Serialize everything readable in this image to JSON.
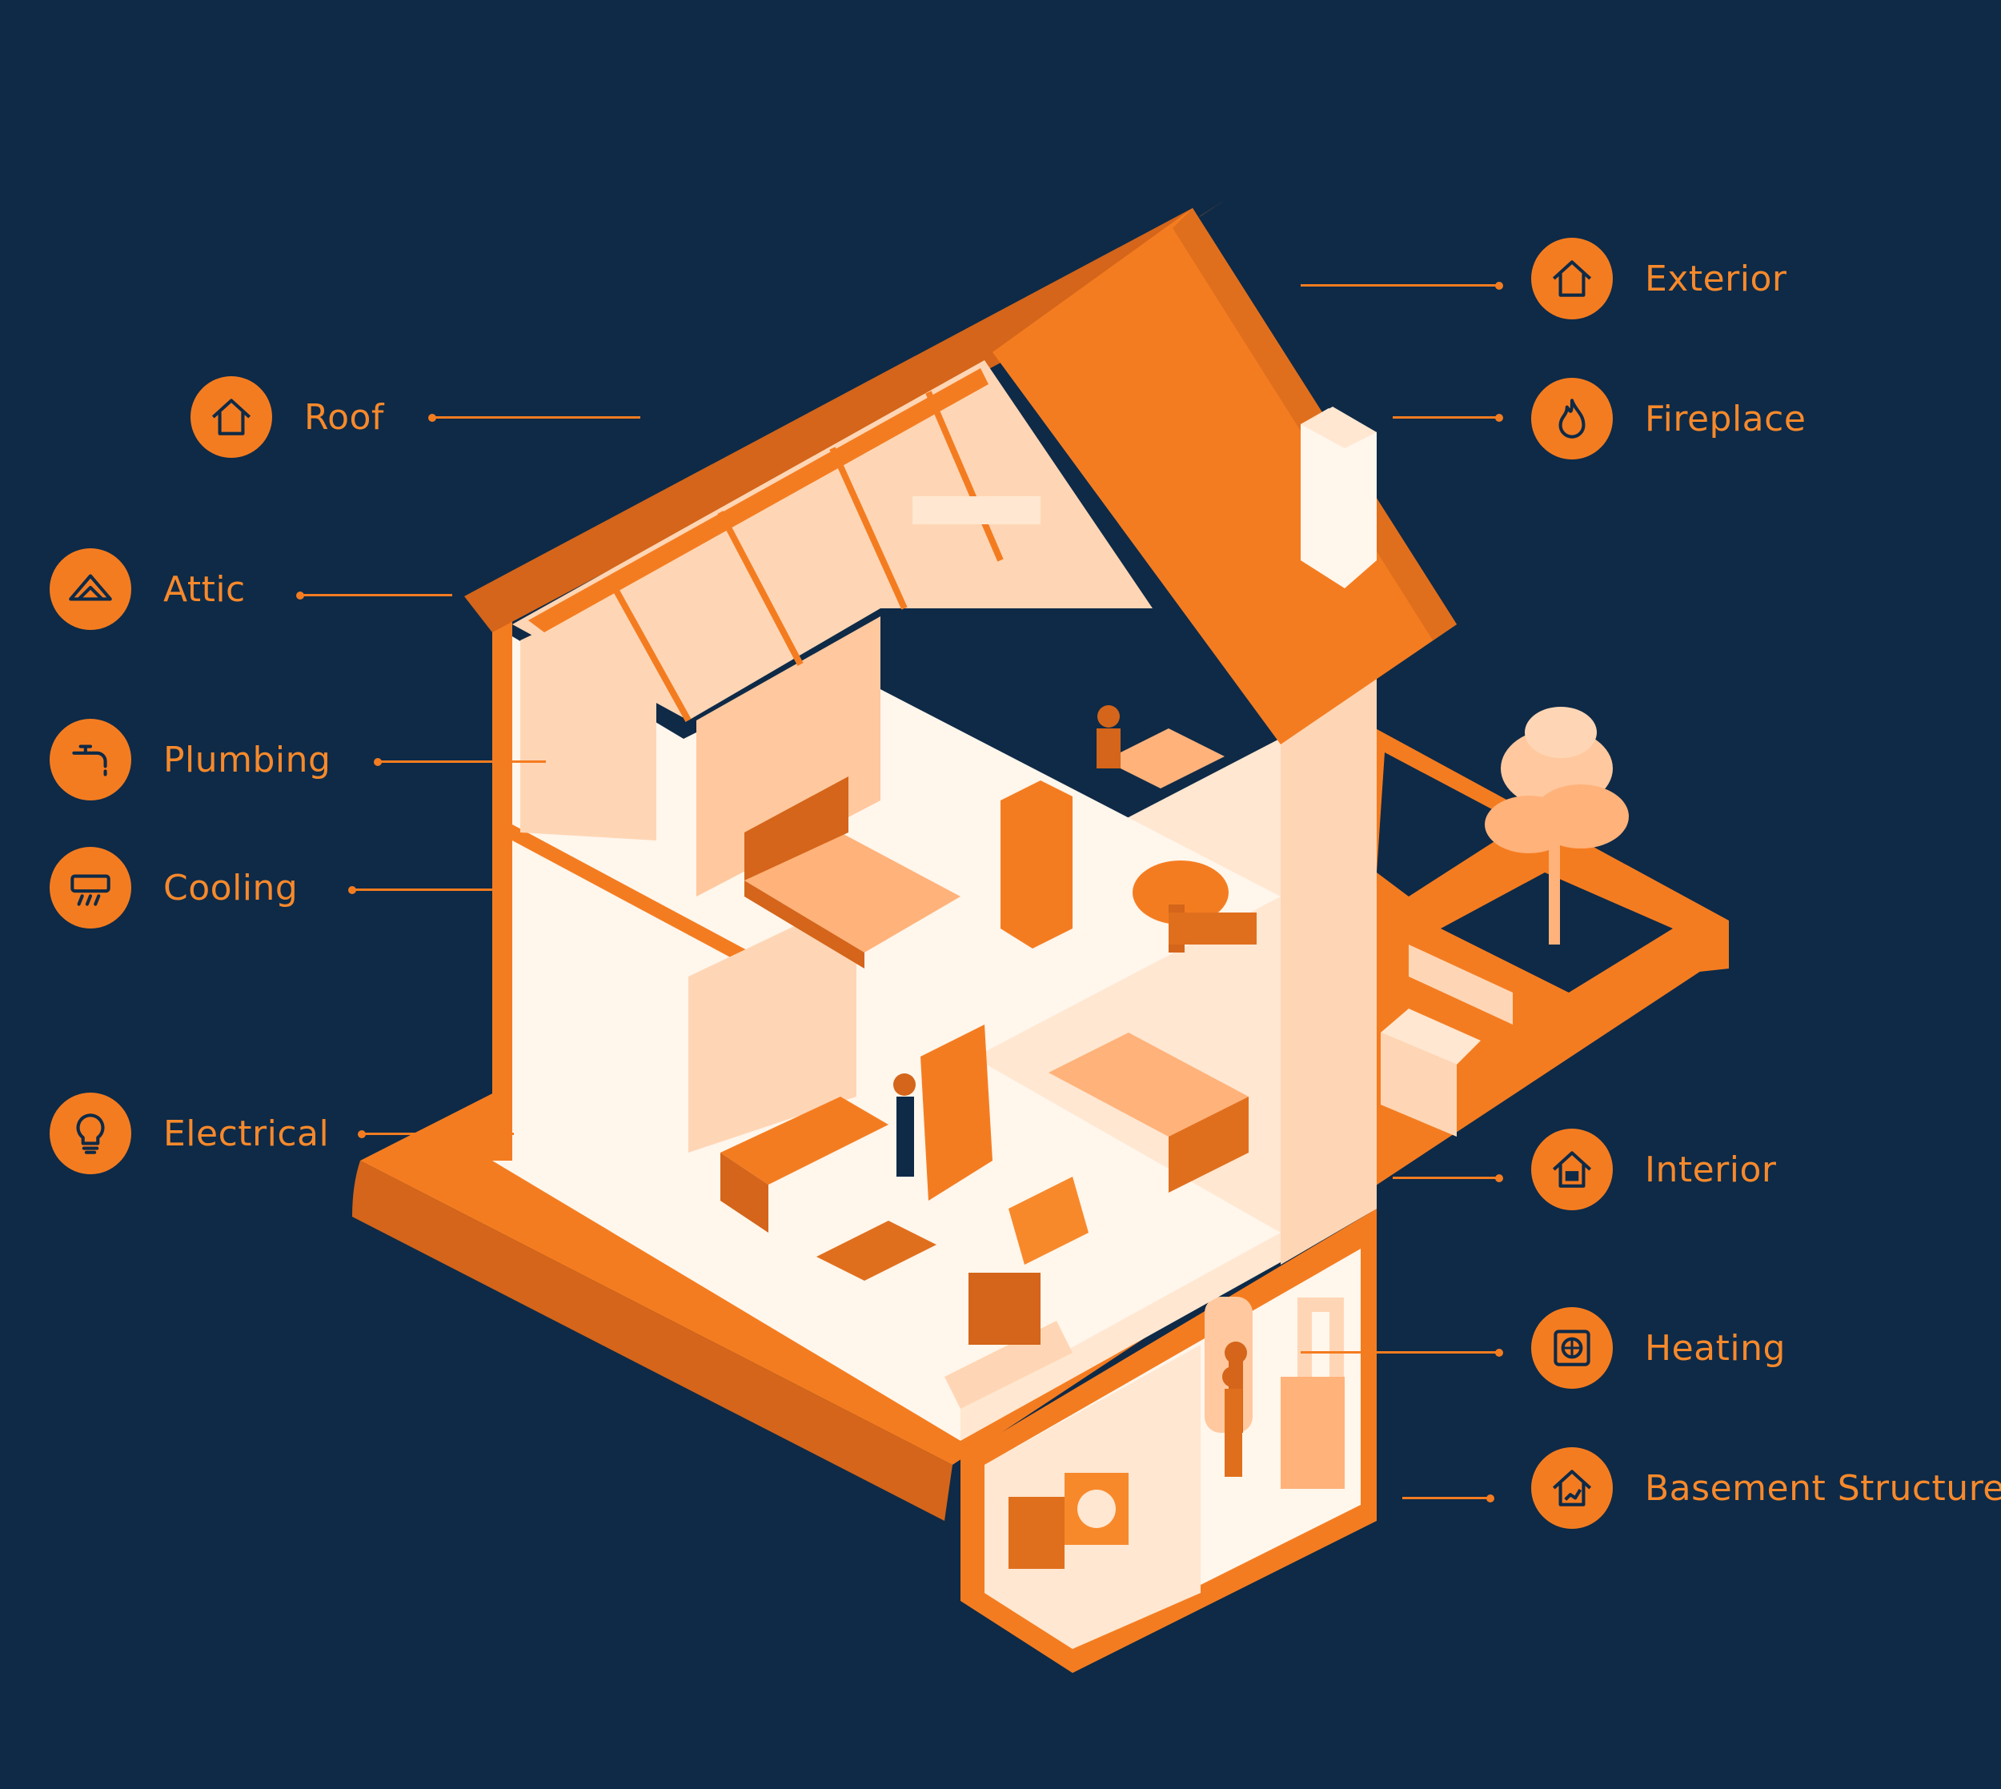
{
  "colors": {
    "background": "#0e2a47",
    "accent": "#f47c20",
    "light": "#ffe7d1",
    "cream": "#fff6ec",
    "shadow": "#d4651a"
  },
  "callouts_left": [
    {
      "key": "roof",
      "label": "Roof",
      "icon": "roof-icon"
    },
    {
      "key": "attic",
      "label": "Attic",
      "icon": "attic-icon"
    },
    {
      "key": "plumbing",
      "label": "Plumbing",
      "icon": "faucet-icon"
    },
    {
      "key": "cooling",
      "label": "Cooling",
      "icon": "ac-unit-icon"
    },
    {
      "key": "electrical",
      "label": "Electrical",
      "icon": "lightbulb-icon"
    }
  ],
  "callouts_right": [
    {
      "key": "exterior",
      "label": "Exterior",
      "icon": "house-outline-icon"
    },
    {
      "key": "fireplace",
      "label": "Fireplace",
      "icon": "flame-icon"
    },
    {
      "key": "interior",
      "label": "Interior",
      "icon": "house-interior-icon"
    },
    {
      "key": "heating",
      "label": "Heating",
      "icon": "furnace-fan-icon"
    },
    {
      "key": "basement",
      "label": "Basement Structure",
      "icon": "basement-icon"
    }
  ]
}
